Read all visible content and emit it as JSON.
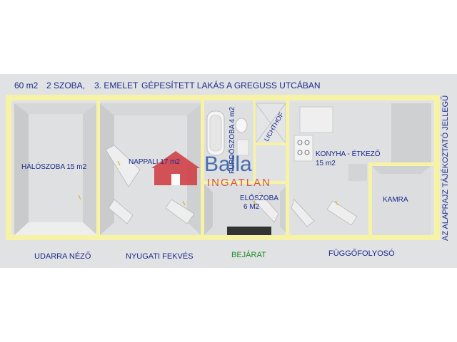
{
  "header": {
    "area": "60 m2",
    "rooms": "2  SZOBA,",
    "floor": "3. EMELET",
    "description": "GÉPESÍTETT LAKÁS A GREGUSS UTCÁBAN"
  },
  "rooms": {
    "bedroom": "HÁLÓSZOBA 15 m2",
    "living": "NAPPALI 17 m2",
    "bathroom": "FÜRDŐSZOBA 4 m2",
    "lightshaft": "LICHTHOF",
    "hall": "ELŐSZOBA",
    "hall_area": "6 M2",
    "kitchen": "KONYHA - ÉTKEZŐ",
    "kitchen_area": "15 m2",
    "pantry": "KAMRA"
  },
  "bottom": {
    "view": "UDARRA NÉZŐ",
    "orientation": "NYUGATI FEKVÉS",
    "entrance": "BEJÁRAT",
    "corridor": "FÜGGŐFOLYOSÓ"
  },
  "side_note": "AZ ALAPRAJZ TÁJÉKOZTATÓ JELLEGŰ",
  "watermark": {
    "brand": "Balla",
    "sub": "INGATLAN"
  },
  "colors": {
    "wall": "#f7f3a6",
    "band": "#e1e2e3",
    "text": "#1b2a8c",
    "entrance": "#1d8a2a",
    "logo_red": "#d0393f",
    "logo_blue": "#2d5aa8"
  }
}
